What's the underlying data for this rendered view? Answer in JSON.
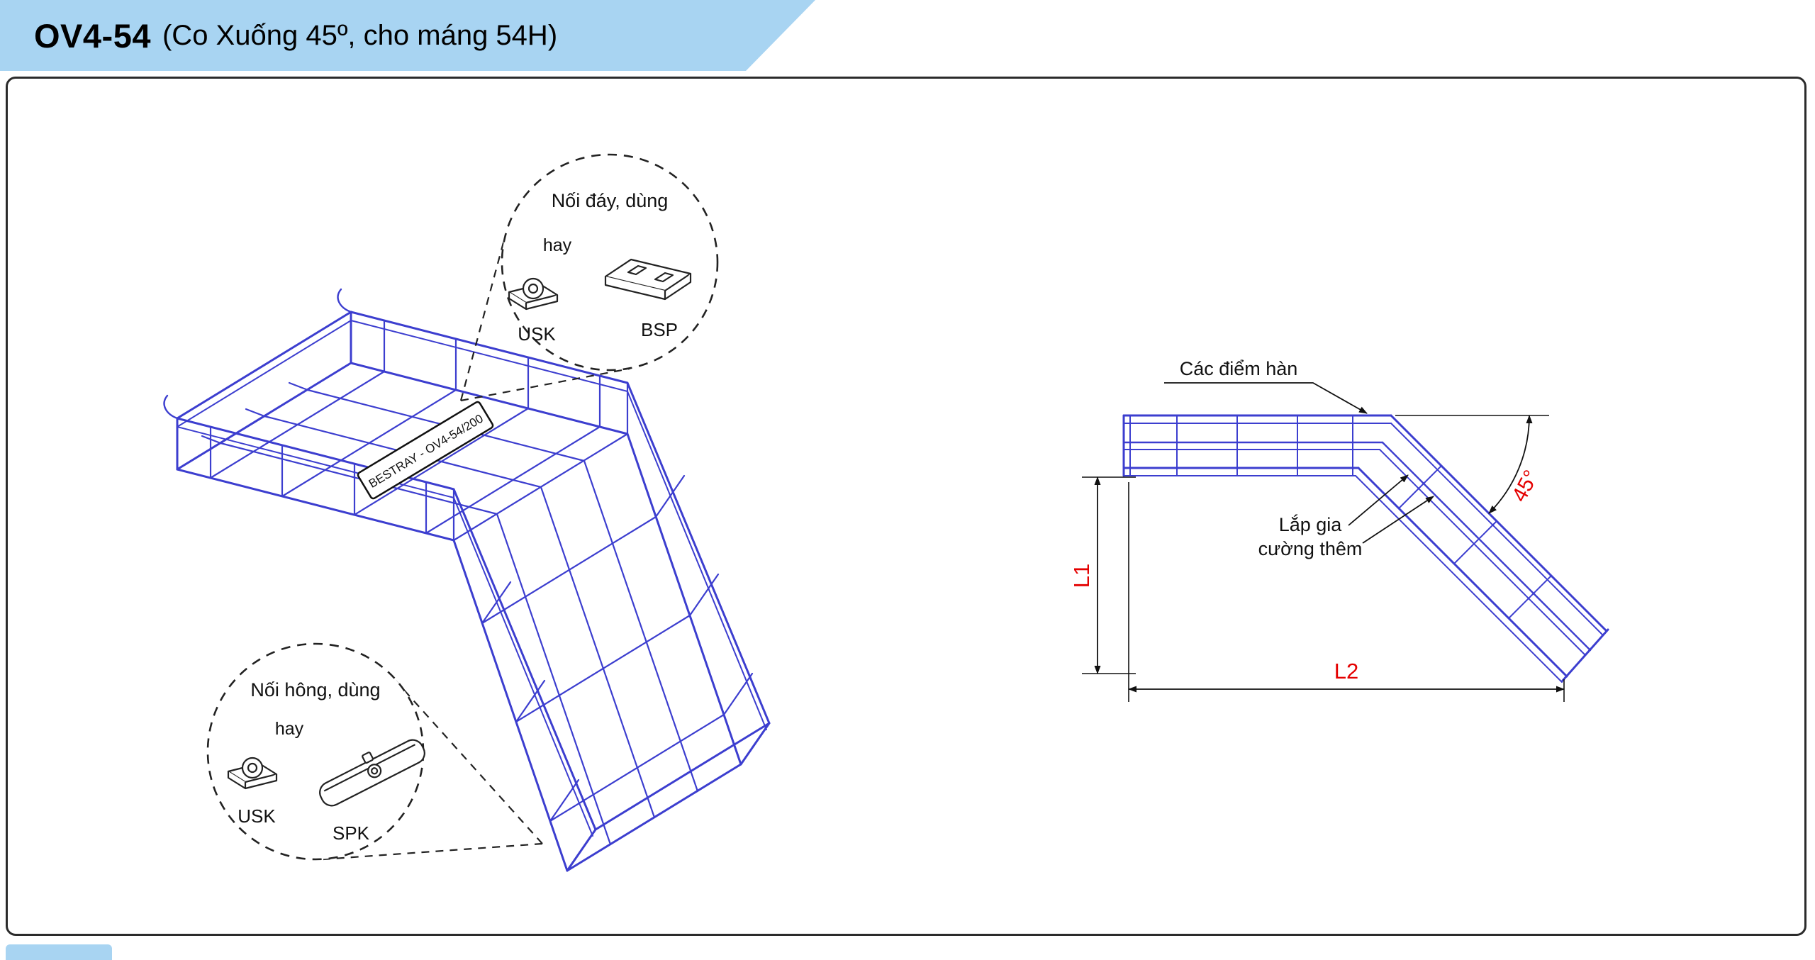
{
  "header": {
    "code": "OV4-54",
    "description": "(Co Xuống 45º, cho máng 54H)"
  },
  "iso": {
    "plate_label": "BESTRAY - OV4-54/200",
    "callout_bottom": {
      "title": "Nối đáy, dùng",
      "or_word": "hay",
      "option_1": "USK",
      "option_2": "BSP"
    },
    "callout_side": {
      "title": "Nối hông, dùng",
      "or_word": "hay",
      "option_1": "USK",
      "option_2": "SPK"
    }
  },
  "side_view": {
    "weld_points_label": "Các điểm hàn",
    "reinforcement_line1": "Lắp gia",
    "reinforcement_line2": "cường thêm",
    "angle_label": "45°",
    "dim_l1": "L1",
    "dim_l2": "L2"
  },
  "colors": {
    "header_blue": "#a8d4f2",
    "drawing_blue": "#3c3ecf",
    "dimension_red": "#e40000",
    "ink": "#1a1a1a"
  }
}
